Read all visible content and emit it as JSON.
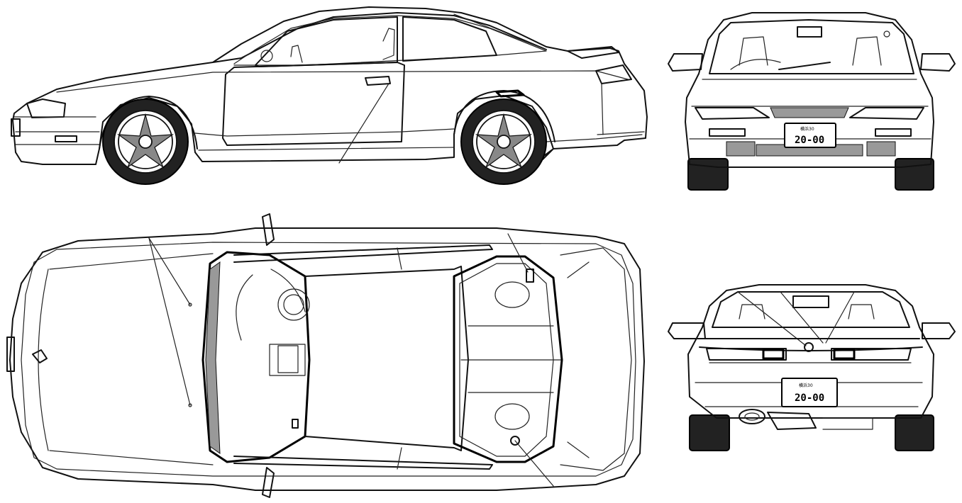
{
  "plates": {
    "front": {
      "region": "横浜30",
      "number": "20-00"
    },
    "rear": {
      "region": "横浜30",
      "number": "20-00"
    }
  },
  "colors": {
    "line": "#111111",
    "background": "#ffffff",
    "tire": "#222222"
  }
}
